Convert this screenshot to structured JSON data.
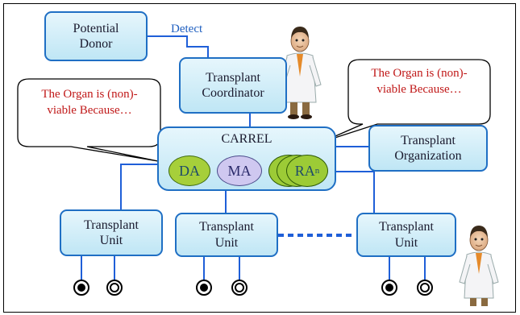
{
  "nodes": {
    "potential_donor": "Potential\nDonor",
    "transplant_coordinator": "Transplant\nCoordinator",
    "transplant_organization": "Transplant\nOrganization",
    "transplant_unit_1": "Transplant\nUnit",
    "transplant_unit_2": "Transplant\nUnit",
    "transplant_unit_3": "Transplant\nUnit"
  },
  "edge_labels": {
    "detect": "Detect"
  },
  "callouts": {
    "left": "The Organ is (non)-\nviable Because…",
    "right": "The Organ is (non)-\nviable Because…"
  },
  "carrel": {
    "title": "CARREL",
    "agents": {
      "da": "DA",
      "ma": "MA",
      "ra": "RA",
      "ra_subscript": "n"
    }
  },
  "colors": {
    "box_border": "#1f6fc4",
    "link": "#1f5fd8",
    "callout_text": "#c01818",
    "agent_green": "#a6cf3a",
    "agent_lavender": "#cfc8f0"
  }
}
